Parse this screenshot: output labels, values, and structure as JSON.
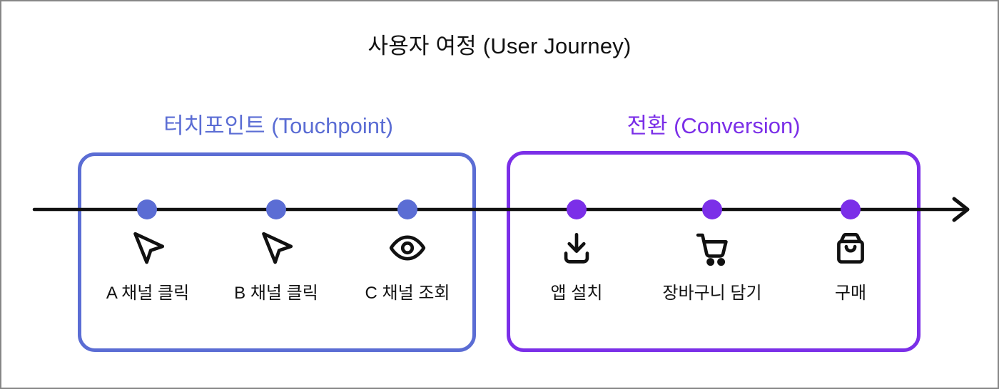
{
  "title": "사용자 여정 (User Journey)",
  "timeline": {
    "color": "#111111",
    "direction": "left-to-right"
  },
  "groups": [
    {
      "label": "터치포인트 (Touchpoint)",
      "color": "#5B6DD4",
      "steps": [
        {
          "icon": "mouse-cursor-icon",
          "label": "A 채널 클릭"
        },
        {
          "icon": "mouse-cursor-icon",
          "label": "B 채널 클릭"
        },
        {
          "icon": "eye-icon",
          "label": "C 채널 조회"
        }
      ]
    },
    {
      "label": "전환 (Conversion)",
      "color": "#7B2FE8",
      "steps": [
        {
          "icon": "download-icon",
          "label": "앱 설치"
        },
        {
          "icon": "shopping-cart-icon",
          "label": "장바구니 담기"
        },
        {
          "icon": "shopping-bag-icon",
          "label": "구매"
        }
      ]
    }
  ]
}
